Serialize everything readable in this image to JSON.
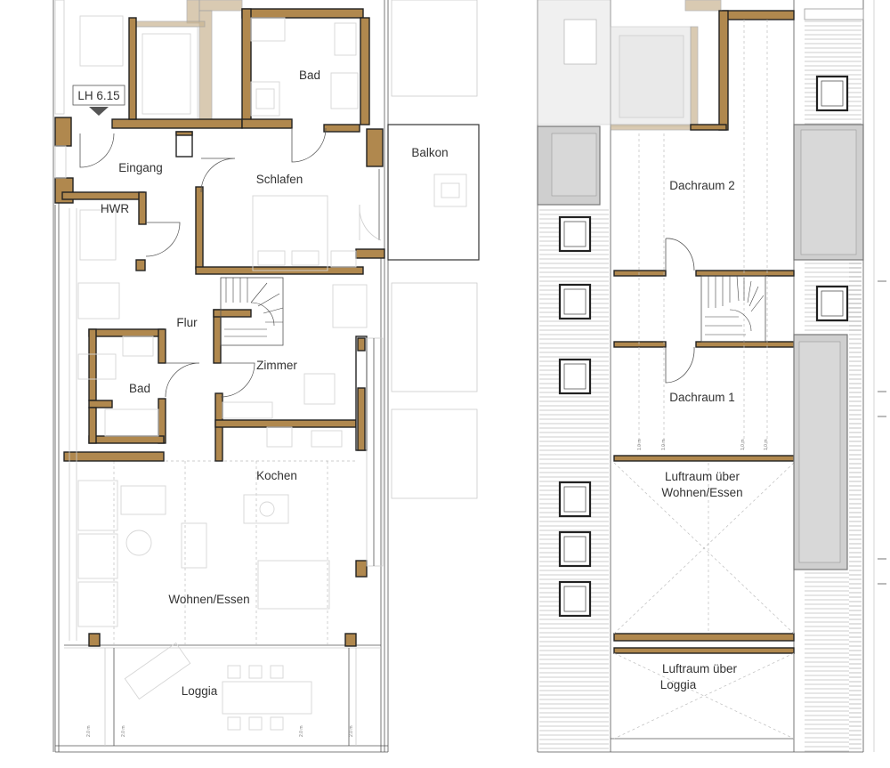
{
  "ground_floor": {
    "ceiling_height": "LH 6.15",
    "rooms": {
      "bad_top": "Bad",
      "balkon": "Balkon",
      "eingang": "Eingang",
      "schlafen": "Schlafen",
      "hwr": "HWR",
      "flur": "Flur",
      "zimmer": "Zimmer",
      "bad_bottom": "Bad",
      "kochen": "Kochen",
      "wohnen_essen": "Wohnen/Essen",
      "loggia": "Loggia"
    },
    "dimension_marks": [
      "2.0 m",
      "2.0 m",
      "2.0 m",
      "2.0 m"
    ]
  },
  "upper_floor": {
    "rooms": {
      "dachraum_2": "Dachraum 2",
      "dachraum_1": "Dachraum 1",
      "luftraum_wohnen": "Luftraum über Wohnen/Essen",
      "luftraum_wohnen_line1": "Luftraum über",
      "luftraum_wohnen_line2": "Wohnen/Essen",
      "luftraum_loggia_line1": "Luftraum über",
      "luftraum_loggia_line2": "Loggia"
    },
    "dimension_marks": [
      "1.0 m",
      "1.0 m",
      "1.0 m",
      "1.0 m"
    ]
  },
  "colors": {
    "wall": "#b0884e",
    "wall_outline": "#222222",
    "roof_grey": "#cfcfcf",
    "text": "#333333"
  }
}
